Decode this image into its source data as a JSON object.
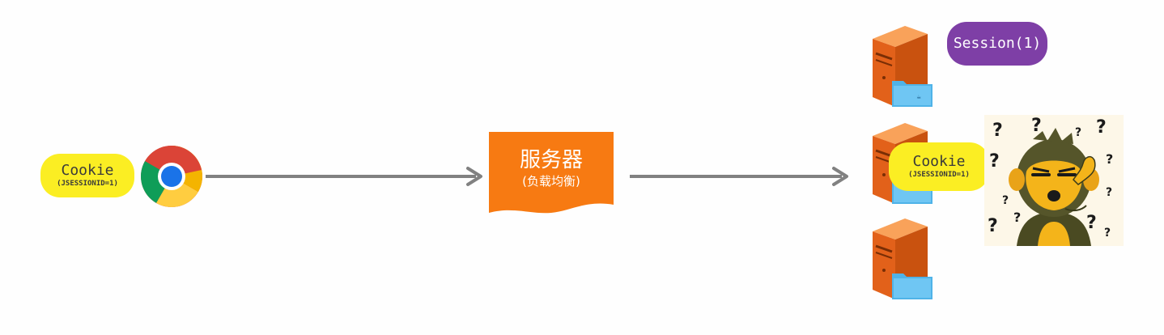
{
  "browser_cookie": {
    "label": "Cookie",
    "sub": "(JSESSIONID=1)"
  },
  "browser": {
    "icon": "chrome-icon"
  },
  "load_balancer": {
    "title": "服务器",
    "subtitle": "(负载均衡)",
    "color": "#f77a12"
  },
  "session_badge": {
    "label": "Session(1)",
    "color": "#7e3fa6"
  },
  "server_cookie": {
    "label": "Cookie",
    "sub": "(JSESSIONID=1)"
  },
  "servers": [
    {
      "icon": "server-icon"
    },
    {
      "icon": "server-icon"
    },
    {
      "icon": "server-icon"
    }
  ],
  "confused": {
    "icon": "confused-monkey-icon"
  },
  "colors": {
    "cookie_yellow": "#fbee23",
    "arrow_gray": "#818181",
    "server_orange": "#f07a1e"
  }
}
